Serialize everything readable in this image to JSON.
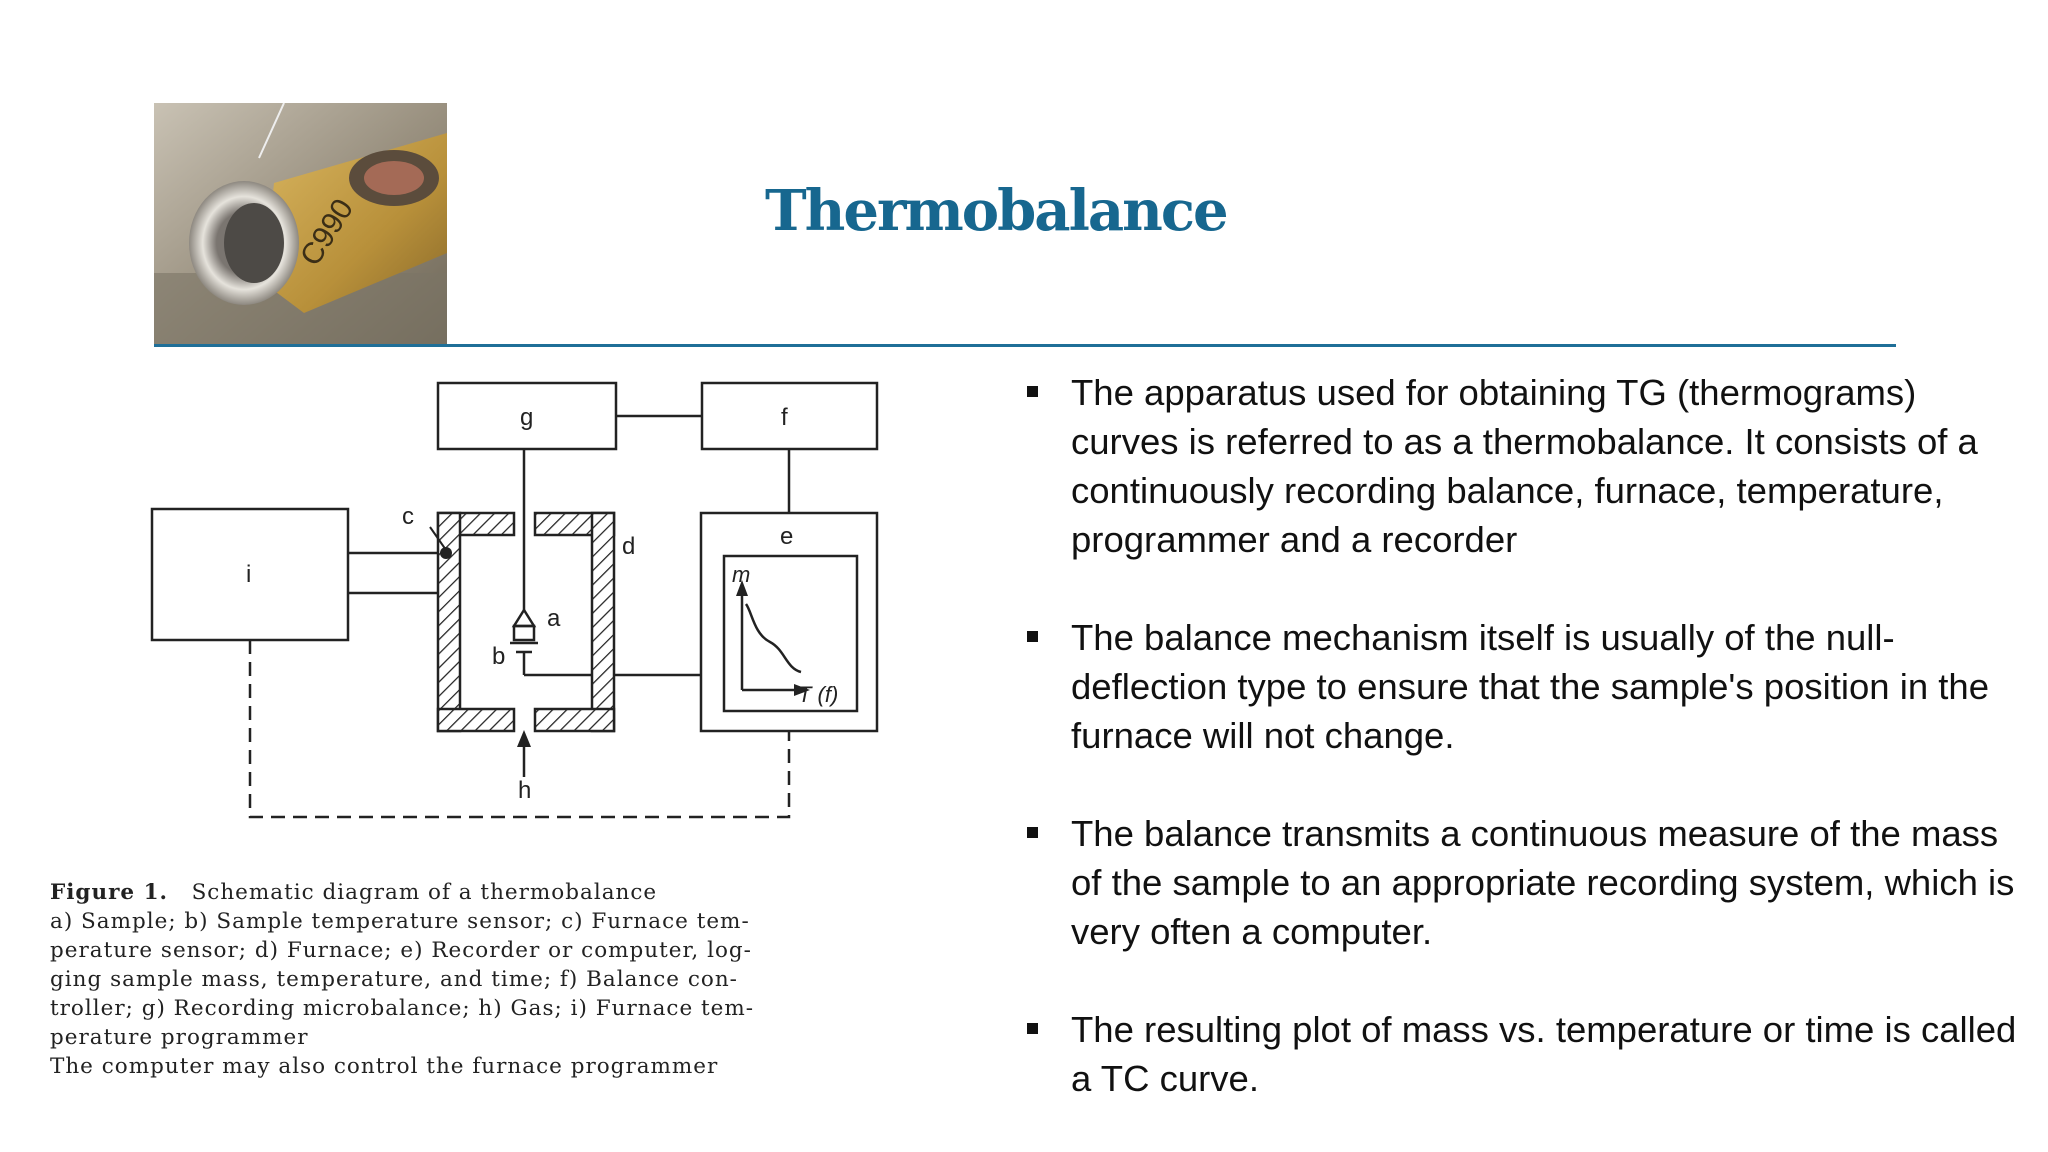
{
  "title": "Thermobalance",
  "diagram": {
    "labels": {
      "a": "a",
      "b": "b",
      "c": "c",
      "d": "d",
      "e": "e",
      "f": "f",
      "g": "g",
      "h": "h",
      "i": "i",
      "m": "m",
      "t": "T (f)"
    }
  },
  "caption": {
    "figure_label": "Figure 1.",
    "figure_title": "Schematic diagram of a thermobalance",
    "lines": [
      "a) Sample; b) Sample temperature sensor; c) Furnace tem-",
      "perature sensor; d) Furnace; e) Recorder or computer, log-",
      "ging sample mass, temperature, and time; f) Balance con-",
      "troller; g) Recording microbalance; h) Gas; i) Furnace tem-",
      "perature programmer",
      "The computer may also control the furnace programmer"
    ]
  },
  "bullets": [
    "The apparatus used for obtaining TG (thermograms) curves is referred to as a thermobalance. It consists of a continuously recording balance, furnace, temperature, programmer and a recorder",
    "The balance mechanism itself is usually of the null-deflection type to ensure that the sample's position in the furnace will not change.",
    "The balance transmits a continuous measure of the mass of the sample to an appropriate recording system, which is very often a computer.",
    "The resulting plot of mass vs. temperature or time is called a TC curve."
  ],
  "colors": {
    "title": "#17678f",
    "rule": "#1f6f98"
  }
}
